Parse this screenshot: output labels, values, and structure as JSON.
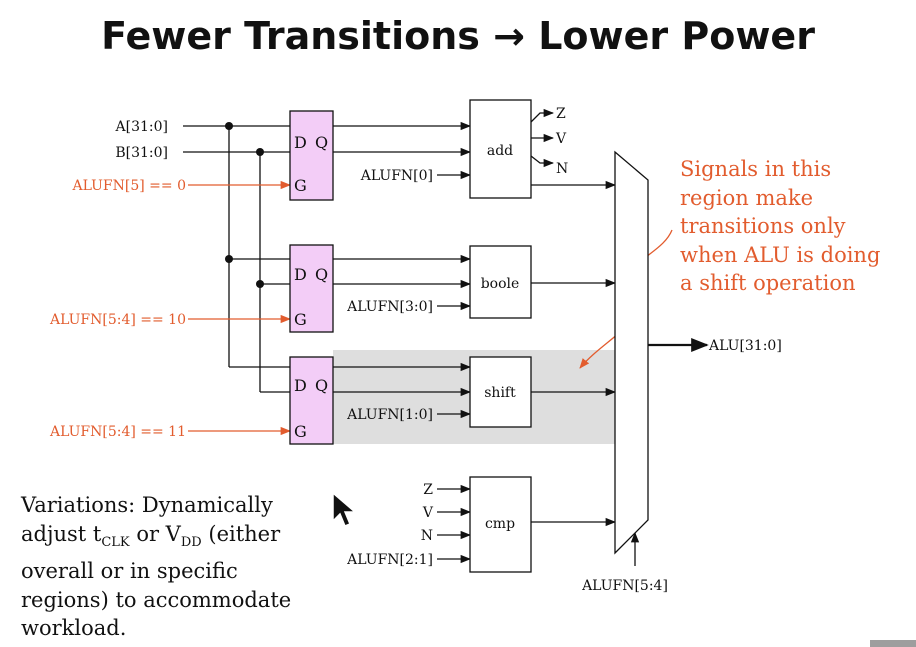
{
  "title": "Fewer Transitions → Lower Power",
  "inputs": {
    "a": "A[31:0]",
    "b": "B[31:0]"
  },
  "latch_labels": {
    "d": "D",
    "q": "Q",
    "g": "G"
  },
  "enables": [
    "ALUFN[5] == 0",
    "ALUFN[5:4] == 10",
    "ALUFN[5:4] == 11"
  ],
  "units": {
    "add": "add",
    "boole": "boole",
    "shift": "shift",
    "cmp": "cmp"
  },
  "unit_controls": {
    "add": "ALUFN[0]",
    "boole": "ALUFN[3:0]",
    "shift": "ALUFN[1:0]",
    "cmp": "ALUFN[2:1]"
  },
  "flags": [
    "Z",
    "V",
    "N"
  ],
  "cmp_inputs": [
    "Z",
    "V",
    "N"
  ],
  "mux_select": "ALUFN[5:4]",
  "output": "ALU[31:0]",
  "callout_lines": [
    "Signals in this",
    "region make",
    "transitions only",
    "when ALU is doing",
    "a shift operation"
  ],
  "note": {
    "line1": "Variations: Dynamically",
    "adjust": "adjust t",
    "clk_sub": "CLK",
    "or": " or V",
    "dd_sub": "DD",
    "either": " (either",
    "line3": "overall or in specific",
    "line4": "regions) to accommodate",
    "line5": "workload."
  },
  "colors": {
    "latch_fill": "#f3cdf7",
    "enable_text": "#e25c2e",
    "highlight": "#dedede",
    "wire": "#111111"
  }
}
